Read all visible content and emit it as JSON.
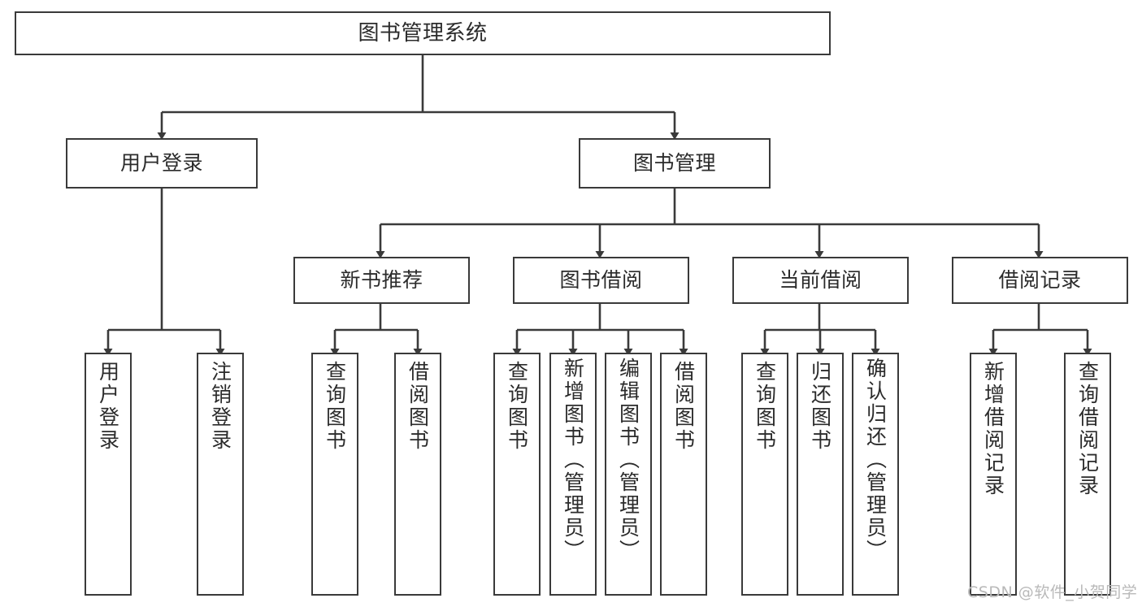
{
  "diagram": {
    "type": "hierarchy-tree",
    "title": "图书管理系统",
    "watermark": "CSDN @软件_小贺同学",
    "colors": {
      "stroke": "#3a3a3a",
      "fill": "#ffffff",
      "text": "#2b2b2b",
      "watermark": "#b9b9b9"
    },
    "levels": {
      "root": "图书管理系统",
      "level2": [
        "用户登录",
        "图书管理"
      ],
      "level3": [
        "新书推荐",
        "图书借阅",
        "当前借阅",
        "借阅记录"
      ]
    },
    "nodes": {
      "root": {
        "label": "图书管理系统"
      },
      "user_login": {
        "label": "用户登录"
      },
      "book_manage": {
        "label": "图书管理"
      },
      "new_book_rec": {
        "label": "新书推荐"
      },
      "book_borrow": {
        "label": "图书借阅"
      },
      "current_borrow": {
        "label": "当前借阅"
      },
      "borrow_record": {
        "label": "借阅记录"
      }
    },
    "leaves": {
      "user_login": [
        {
          "label": "用户登录"
        },
        {
          "label": "注销登录"
        }
      ],
      "new_book_rec": [
        {
          "label": "查询图书"
        },
        {
          "label": "借阅图书"
        }
      ],
      "book_borrow": [
        {
          "label": "查询图书"
        },
        {
          "label": "新增图书（管理员）"
        },
        {
          "label": "编辑图书（管理员）"
        },
        {
          "label": "借阅图书"
        }
      ],
      "current_borrow": [
        {
          "label": "查询图书"
        },
        {
          "label": "归还图书"
        },
        {
          "label": "确认归还（管理员）"
        }
      ],
      "borrow_record": [
        {
          "label": "新增借阅记录"
        },
        {
          "label": "查询借阅记录"
        }
      ]
    }
  }
}
